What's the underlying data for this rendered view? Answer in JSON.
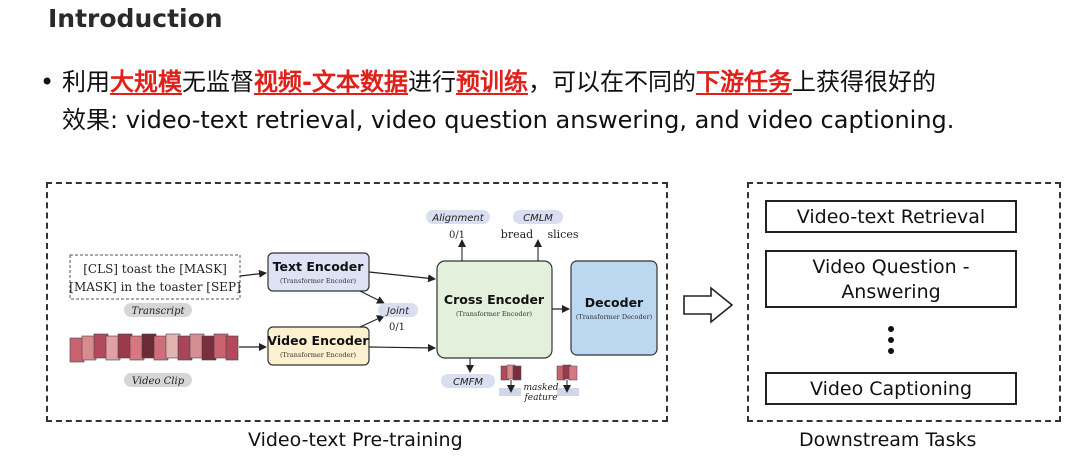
{
  "title": "Introduction",
  "bullet": {
    "dot": "•",
    "segments": [
      {
        "text": "利用",
        "hl": false
      },
      {
        "text": "大规模",
        "hl": true
      },
      {
        "text": "无监督",
        "hl": false
      },
      {
        "text": "视频-文本数据",
        "hl": true
      },
      {
        "text": "进行",
        "hl": false
      },
      {
        "text": "预训练",
        "hl": true
      },
      {
        "text": "，可以在不同的",
        "hl": false
      },
      {
        "text": "下游任务",
        "hl": true
      },
      {
        "text": "上获得很好的",
        "hl": false
      }
    ],
    "line2": "效果: video-text retrieval, video question answering, and video captioning."
  },
  "pretraining": {
    "caption": "Video-text Pre-training",
    "transcript_line1": "[CLS] toast the [MASK]",
    "transcript_line2": "[MASK] in the toaster [SEP]",
    "transcript_tag": "Transcript",
    "videoclip_tag": "Video Clip",
    "text_encoder": {
      "label": "Text Encoder",
      "sub": "(Transformer Encoder)"
    },
    "video_encoder": {
      "label": "Video Encoder",
      "sub": "(Transformer Encoder)"
    },
    "cross_encoder": {
      "label": "Cross Encoder",
      "sub": "(Transformer Encoder)"
    },
    "decoder": {
      "label": "Decoder",
      "sub": "(Transformer Decoder)"
    },
    "joint_tag": "Joint",
    "joint_val": "0/1",
    "alignment_tag": "Alignment",
    "alignment_val": "0/1",
    "cmlm_tag": "CMLM",
    "cmlm_word1": "bread",
    "cmlm_word2": "slices",
    "cmfm_tag": "CMFM",
    "masked_label": "masked",
    "feature_label": "feature"
  },
  "downstream": {
    "caption": "Downstream Tasks",
    "task1": "Video-text Retrieval",
    "task2_line1": "Video Question -",
    "task2_line2": "Answering",
    "task3": "Video Captioning"
  },
  "colors": {
    "highlight": "#e0201a",
    "text_encoder_fill": "#dde3f5",
    "video_encoder_fill": "#fbf0cf",
    "cross_encoder_fill": "#e3f1dc",
    "decoder_fill": "#bcd8f0",
    "tag_fill": "#d9dff0"
  }
}
